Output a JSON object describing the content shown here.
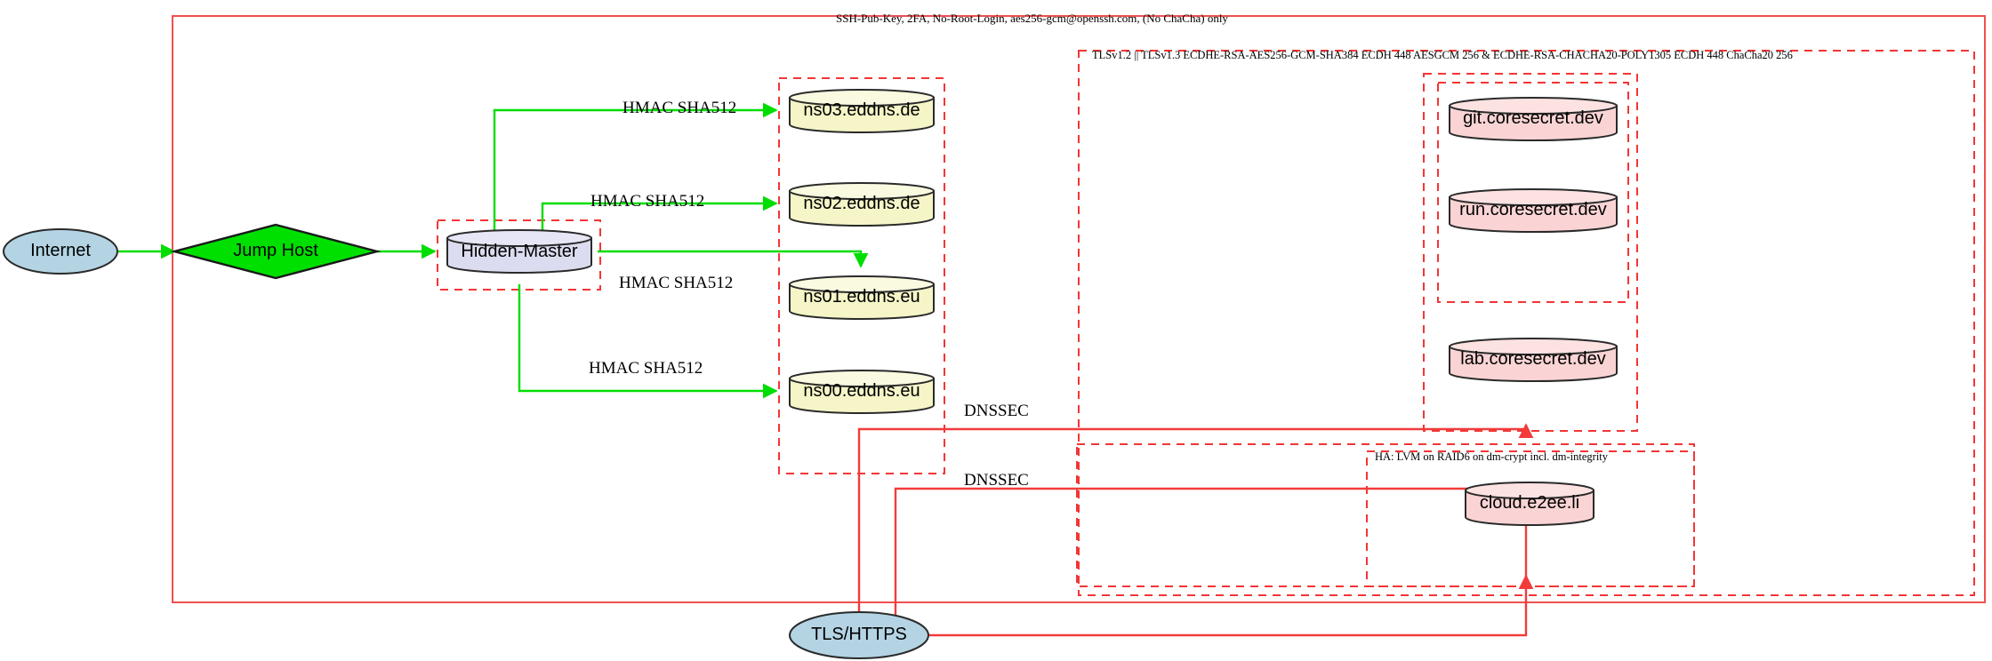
{
  "diagram": {
    "title": "Network security architecture diagram",
    "colors": {
      "boundary_solid": "#f05050",
      "boundary_dashed": "#f43535",
      "edge_green": "#00dd00",
      "edge_red": "#f23b3b",
      "node_stroke": "#2a2a2a",
      "internet_fill": "#b4d4e4",
      "jumphost_fill": "#00e000",
      "hidden_master_fill": "#dcdcf0",
      "dns_fill": "#f5f5c8",
      "app_fill": "#fad4d4"
    }
  },
  "boundaries": {
    "ssh_zone": {
      "label": "SSH-Pub-Key, 2FA, No-Root-Login, aes256-gcm@openssh.com, (No ChaCha) only",
      "style": "solid"
    },
    "tls_zone": {
      "label": "TLSv1.2 || TLSv1.3 ECDHE-RSA-AES256-GCM-SHA384 ECDH 448 AESGCM 256 & ECDHE-RSA-CHACHA20-POLY1305 ECDH 448 ChaCha20 256",
      "style": "dashed"
    },
    "ha_zone": {
      "label": "HA: LVM on RAID6 on dm-crypt incl. dm-integrity",
      "style": "dashed"
    },
    "hidden_master_zone": {
      "label": "",
      "style": "dashed"
    },
    "dns_zone": {
      "label": "",
      "style": "dashed"
    },
    "app_zone_outer": {
      "label": "",
      "style": "dashed"
    },
    "app_zone_inner": {
      "label": "",
      "style": "dashed"
    }
  },
  "nodes": [
    {
      "id": "internet",
      "label": "Internet",
      "shape": "ellipse",
      "fill": "#b4d4e4"
    },
    {
      "id": "jumphost",
      "label": "Jump Host",
      "shape": "diamond",
      "fill": "#00e000"
    },
    {
      "id": "hidden-master",
      "label": "Hidden-Master",
      "shape": "cylinder",
      "fill": "#dcdcf0"
    },
    {
      "id": "ns03",
      "label": "ns03.eddns.de",
      "shape": "cylinder",
      "fill": "#f5f5c8"
    },
    {
      "id": "ns02",
      "label": "ns02.eddns.de",
      "shape": "cylinder",
      "fill": "#f5f5c8"
    },
    {
      "id": "ns01",
      "label": "ns01.eddns.eu",
      "shape": "cylinder",
      "fill": "#f5f5c8"
    },
    {
      "id": "ns00",
      "label": "ns00.eddns.eu",
      "shape": "cylinder",
      "fill": "#f5f5c8"
    },
    {
      "id": "git",
      "label": "git.coresecret.dev",
      "shape": "cylinder",
      "fill": "#fad4d4"
    },
    {
      "id": "run",
      "label": "run.coresecret.dev",
      "shape": "cylinder",
      "fill": "#fad4d4"
    },
    {
      "id": "lab",
      "label": "lab.coresecret.dev",
      "shape": "cylinder",
      "fill": "#fad4d4"
    },
    {
      "id": "cloud",
      "label": "cloud.e2ee.li",
      "shape": "cylinder",
      "fill": "#fad4d4"
    },
    {
      "id": "tls-https",
      "label": "TLS/HTTPS",
      "shape": "ellipse",
      "fill": "#b4d4e4"
    }
  ],
  "edges": [
    {
      "from": "internet",
      "to": "jumphost",
      "label": "",
      "color": "green"
    },
    {
      "from": "jumphost",
      "to": "hidden-master",
      "label": "",
      "color": "green"
    },
    {
      "from": "hidden-master",
      "to": "ns03",
      "label": "HMAC SHA512",
      "color": "green"
    },
    {
      "from": "hidden-master",
      "to": "ns02",
      "label": "HMAC SHA512",
      "color": "green"
    },
    {
      "from": "hidden-master",
      "to": "ns01",
      "label": "HMAC SHA512",
      "color": "green"
    },
    {
      "from": "hidden-master",
      "to": "ns00",
      "label": "HMAC SHA512",
      "color": "green"
    },
    {
      "from": "tls-https",
      "to": "app-zone",
      "label": "DNSSEC",
      "color": "red"
    },
    {
      "from": "tls-https",
      "to": "ha-zone",
      "label": "DNSSEC",
      "color": "red"
    }
  ],
  "edge_labels": {
    "hmac": "HMAC SHA512",
    "dnssec": "DNSSEC"
  }
}
